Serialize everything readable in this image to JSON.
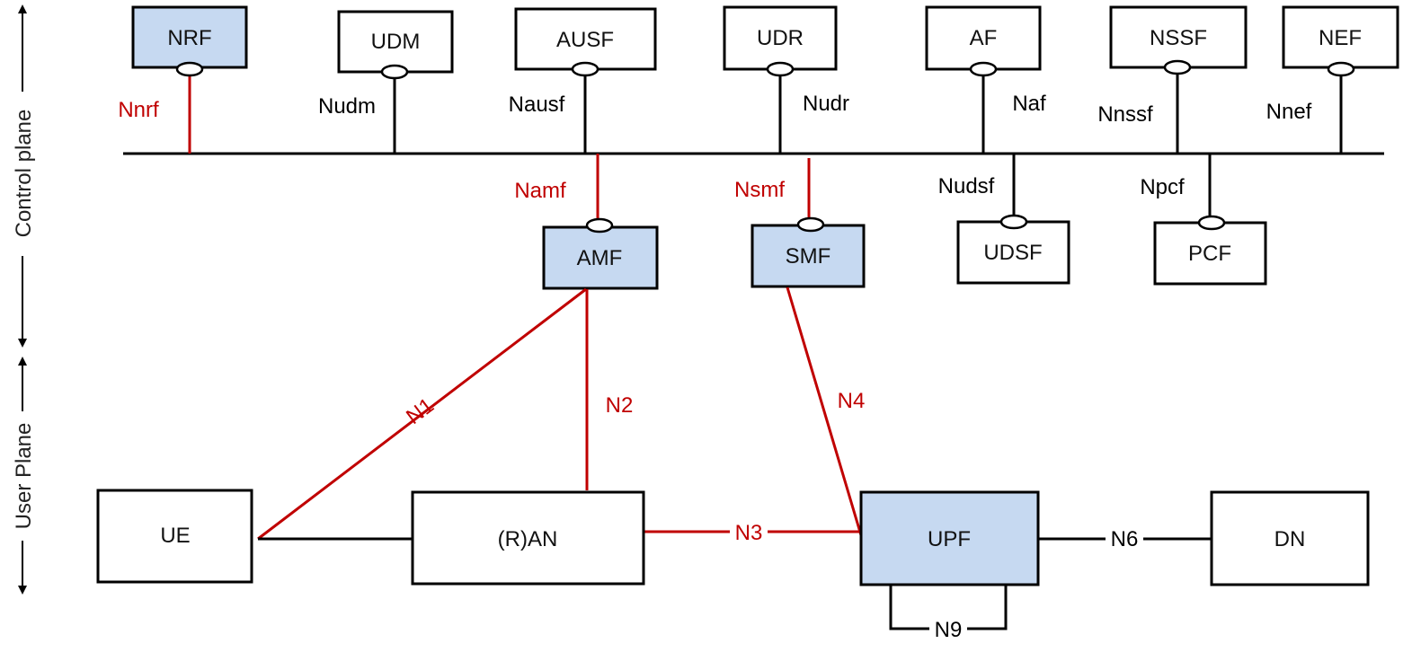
{
  "colors": {
    "accent_red": "#c00000",
    "highlight_fill": "#c6d9f1",
    "plain_fill": "#ffffff",
    "line_black": "#000000"
  },
  "side_labels": {
    "control_plane": "Control plane",
    "user_plane": "User Plane"
  },
  "network_functions": {
    "nrf": "NRF",
    "udm": "UDM",
    "ausf": "AUSF",
    "udr": "UDR",
    "af": "AF",
    "nssf": "NSSF",
    "nef": "NEF",
    "amf": "AMF",
    "smf": "SMF",
    "udsf": "UDSF",
    "pcf": "PCF",
    "ue": "UE",
    "ran": "(R)AN",
    "upf": "UPF",
    "dn": "DN"
  },
  "highlighted_functions": [
    "NRF",
    "AMF",
    "SMF",
    "UPF"
  ],
  "service_interfaces": {
    "nnrf": "Nnrf",
    "nudm": "Nudm",
    "nausf": "Nausf",
    "nudr": "Nudr",
    "naf": "Naf",
    "nnssf": "Nnssf",
    "nnef": "Nnef",
    "namf": "Namf",
    "nsmf": "Nsmf",
    "nudsf": "Nudsf",
    "npcf": "Npcf"
  },
  "reference_points": {
    "n1": "N1",
    "n2": "N2",
    "n3": "N3",
    "n4": "N4",
    "n6": "N6",
    "n9": "N9"
  }
}
